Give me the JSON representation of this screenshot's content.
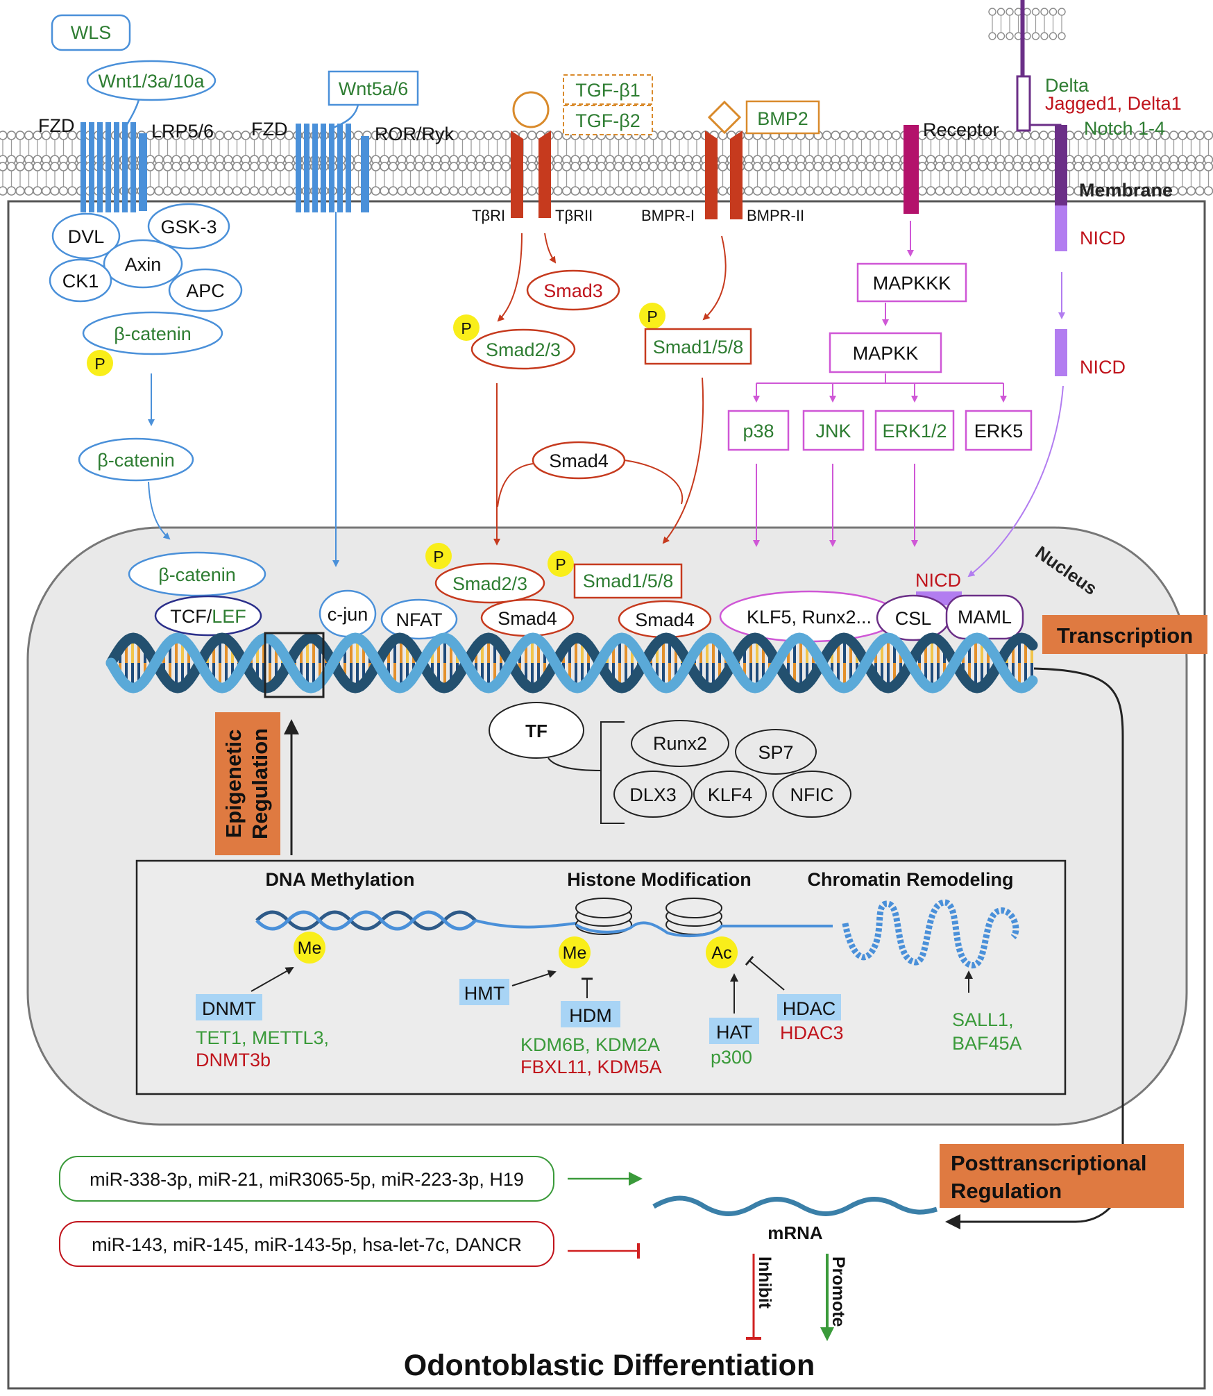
{
  "membrane_label": "Membrane",
  "nucleus_label": "Nucleus",
  "colors": {
    "wnt": "#4a90d9",
    "tgf": "#c63a1e",
    "bmp": "#d98a2b",
    "mapk": "#cf57d6",
    "notch": "#b27df0",
    "notch_receptor": "#6b2f87",
    "green_text": "#2e7d32",
    "red_text": "#c0141c",
    "orange_box": "#df7a41",
    "highlight": "#a8d4f5",
    "phospho": "#f9ee1a"
  },
  "wnt_canonical": {
    "wls": "WLS",
    "ligand": "Wnt1/3a/10a",
    "fzd": "FZD",
    "lrp": "LRP5/6",
    "dvl": "DVL",
    "gsk3": "GSK-3",
    "axin": "Axin",
    "ck1": "CK1",
    "apc": "APC",
    "bcat_complex": "β-catenin",
    "p": "P",
    "bcat_cyto": "β-catenin",
    "bcat_nuc": "β-catenin",
    "tcf": "TCF/",
    "lef": "LEF"
  },
  "wnt_noncanonical": {
    "ligand": "Wnt5a/6",
    "fzd": "FZD",
    "receptor": "ROR/Ryk",
    "cjun": "c-jun",
    "nfat": "NFAT"
  },
  "tgf": {
    "ligand1": "TGF-β1",
    "ligand2": "TGF-β2",
    "r1": "TβRI",
    "r2": "TβRII",
    "smad3": "Smad3",
    "p": "P",
    "smad23": "Smad2/3",
    "smad4": "Smad4",
    "nuc_p": "P",
    "nuc_smad23": "Smad2/3",
    "nuc_smad4": "Smad4"
  },
  "bmp": {
    "ligand": "BMP2",
    "r1": "BMPR-I",
    "r2": "BMPR-II",
    "p": "P",
    "smad158": "Smad1/5/8",
    "nuc_p": "P",
    "nuc_smad158": "Smad1/5/8",
    "nuc_smad4": "Smad4"
  },
  "mapk": {
    "receptor": "Receptor",
    "mapkkk": "MAPKKK",
    "mapkk": "MAPKK",
    "p38": "p38",
    "jnk": "JNK",
    "erk12": "ERK1/2",
    "erk5": "ERK5",
    "tf": "KLF5, Runx2..."
  },
  "notch": {
    "delta": "Delta",
    "jagged": "Jagged1, Delta1",
    "notch": "Notch 1-4",
    "nicd1": "NICD",
    "nicd2": "NICD",
    "nicd3": "NICD",
    "csl": "CSL",
    "maml": "MAML"
  },
  "transcription": "Transcription",
  "epigenetic_line1": "Epigenetic",
  "epigenetic_line2": "Regulation",
  "tf": {
    "label": "TF",
    "runx2": "Runx2",
    "sp7": "SP7",
    "dlx3": "DLX3",
    "klf4": "KLF4",
    "nfic": "NFIC"
  },
  "epigenetics": {
    "dna_methylation": "DNA Methylation",
    "histone_modification": "Histone Modification",
    "chromatin_remodeling": "Chromatin Remodeling",
    "me1": "Me",
    "me2": "Me",
    "ac": "Ac",
    "dnmt": "DNMT",
    "dnmt_promote": "TET1, METTL3,",
    "dnmt_inhibit": "DNMT3b",
    "hmt": "HMT",
    "hdm": "HDM",
    "hdm_promote": "KDM6B, KDM2A",
    "hdm_inhibit": "FBXL11, KDM5A",
    "hat": "HAT",
    "hat_promote": "p300",
    "hdac": "HDAC",
    "hdac_inhibit": "HDAC3",
    "remodel_line1": "SALL1,",
    "remodel_line2": "BAF45A"
  },
  "post": {
    "line1": "Posttranscriptional",
    "line2": "Regulation",
    "promote_mirnas": "miR-338-3p, miR-21, miR3065-5p, miR-223-3p, H19",
    "inhibit_mirnas": "miR-143, miR-145, miR-143-5p, hsa-let-7c, DANCR",
    "mrna": "mRNA",
    "inhibit": "Inhibit",
    "promote": "Promote",
    "outcome": "Odontoblastic Differentiation"
  }
}
